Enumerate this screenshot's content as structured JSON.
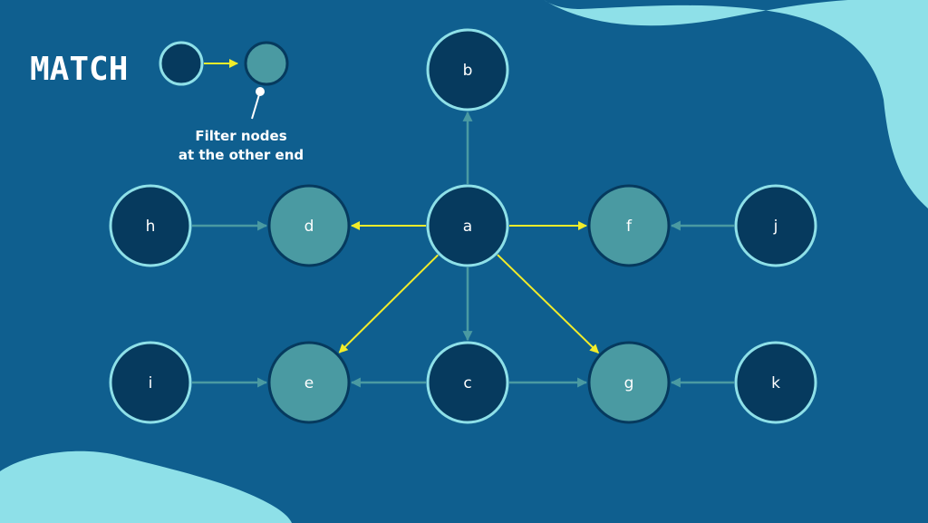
{
  "title": "MATCH",
  "legend": {
    "caption_line1": "Filter nodes",
    "caption_line2": "at the other end"
  },
  "colors": {
    "background": "#0f5f8f",
    "blob": "#8ee0e8",
    "node_dark": "#063a5e",
    "node_filtered": "#4a9aa2",
    "node_outline": "#8ee0e8",
    "edge_match": "#f2ec2a",
    "edge_other": "#4a9aa2"
  },
  "nodes": [
    {
      "id": "a",
      "label": "a",
      "type": "dark"
    },
    {
      "id": "b",
      "label": "b",
      "type": "dark"
    },
    {
      "id": "c",
      "label": "c",
      "type": "dark"
    },
    {
      "id": "d",
      "label": "d",
      "type": "filtered"
    },
    {
      "id": "e",
      "label": "e",
      "type": "filtered"
    },
    {
      "id": "f",
      "label": "f",
      "type": "filtered"
    },
    {
      "id": "g",
      "label": "g",
      "type": "filtered"
    },
    {
      "id": "h",
      "label": "h",
      "type": "dark"
    },
    {
      "id": "i",
      "label": "i",
      "type": "dark"
    },
    {
      "id": "j",
      "label": "j",
      "type": "dark"
    },
    {
      "id": "k",
      "label": "k",
      "type": "dark"
    }
  ],
  "edges": [
    {
      "from": "a",
      "to": "b",
      "kind": "other"
    },
    {
      "from": "a",
      "to": "c",
      "kind": "other"
    },
    {
      "from": "a",
      "to": "d",
      "kind": "match"
    },
    {
      "from": "a",
      "to": "f",
      "kind": "match"
    },
    {
      "from": "a",
      "to": "e",
      "kind": "match"
    },
    {
      "from": "a",
      "to": "g",
      "kind": "match"
    },
    {
      "from": "h",
      "to": "d",
      "kind": "other"
    },
    {
      "from": "j",
      "to": "f",
      "kind": "other"
    },
    {
      "from": "i",
      "to": "e",
      "kind": "other"
    },
    {
      "from": "c",
      "to": "e",
      "kind": "other"
    },
    {
      "from": "c",
      "to": "g",
      "kind": "other"
    },
    {
      "from": "k",
      "to": "g",
      "kind": "other"
    }
  ]
}
